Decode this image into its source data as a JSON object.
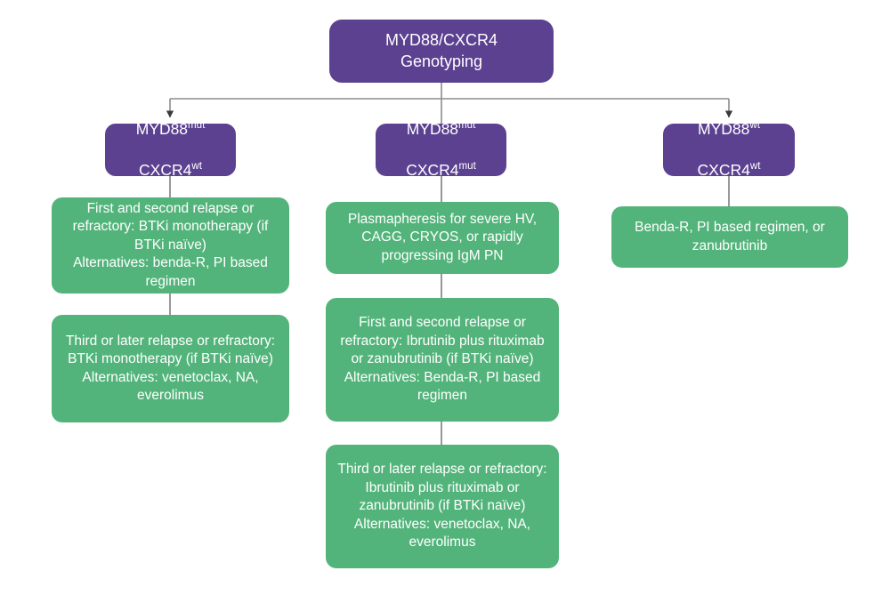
{
  "diagram": {
    "title": "MYD88/CXCR4 Genotyping treatment algorithm",
    "colors": {
      "purple": "#5C4191",
      "green": "#53B47B",
      "connector": "#8C8C8C",
      "arrow": "#3A3A3A",
      "background": "#FFFFFF",
      "text": "#FFFFFF"
    },
    "root": {
      "label": "MYD88/CXCR4\nGenotyping"
    },
    "branches": [
      {
        "id": "branch-left",
        "genotype": {
          "gene1": "MYD88",
          "gene1_status": "mut",
          "gene2": "CXCR4",
          "gene2_status": "wt"
        },
        "treatments": [
          {
            "id": "left-treatment-1",
            "text": "First and second relapse or refractory: BTKi monotherapy (if BTKi naïve)\nAlternatives: benda-R, PI based regimen"
          },
          {
            "id": "left-treatment-2",
            "text": "Third or later relapse or refractory: BTKi monotherapy (if BTKi naïve)\nAlternatives: venetoclax, NA, everolimus"
          }
        ]
      },
      {
        "id": "branch-middle",
        "genotype": {
          "gene1": "MYD88",
          "gene1_status": "mut",
          "gene2": "CXCR4",
          "gene2_status": "mut"
        },
        "treatments": [
          {
            "id": "middle-treatment-1",
            "text": "Plasmapheresis for severe HV, CAGG, CRYOS, or rapidly progressing IgM PN"
          },
          {
            "id": "middle-treatment-2",
            "text": "First and second relapse or refractory: Ibrutinib plus rituximab or zanubrutinib (if BTKi naïve)\nAlternatives: Benda-R, PI based regimen"
          },
          {
            "id": "middle-treatment-3",
            "text": "Third or later relapse or refractory: Ibrutinib plus rituximab or zanubrutinib (if BTKi naïve)\nAlternatives: venetoclax, NA, everolimus"
          }
        ]
      },
      {
        "id": "branch-right",
        "genotype": {
          "gene1": "MYD88",
          "gene1_status": "wt",
          "gene2": "CXCR4",
          "gene2_status": "wt"
        },
        "treatments": [
          {
            "id": "right-treatment-1",
            "text": "Benda-R, PI based regimen, or zanubrutinib"
          }
        ]
      }
    ]
  }
}
